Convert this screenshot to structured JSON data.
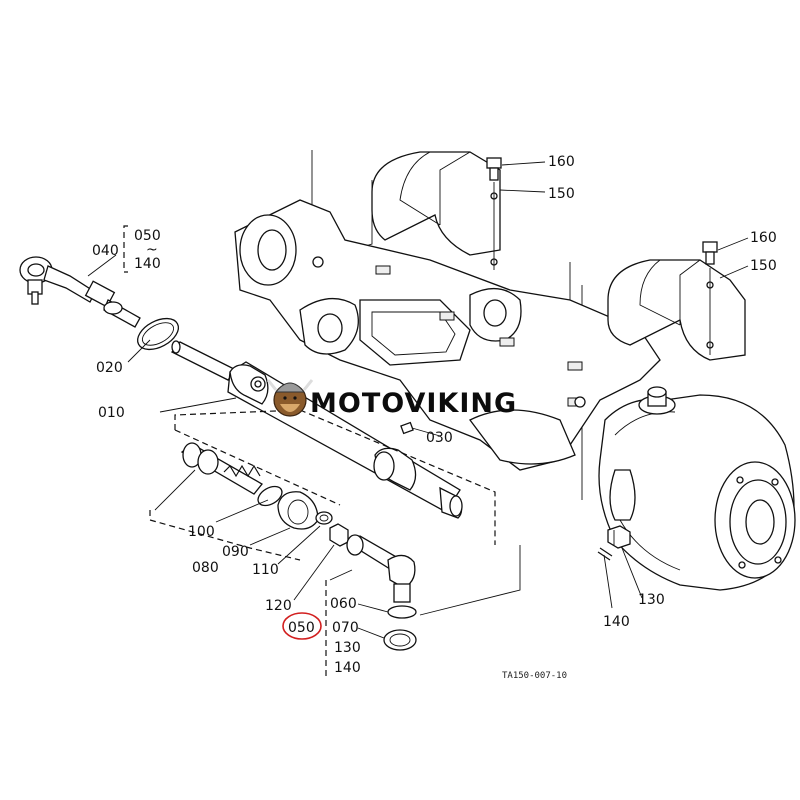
{
  "diagram": {
    "callouts": {
      "c010": "010",
      "c020": "020",
      "c030": "030",
      "c040": "040",
      "c050": "050",
      "c060": "060",
      "c070": "070",
      "c080": "080",
      "c090": "090",
      "c100": "100",
      "c110": "110",
      "c120": "120",
      "c130a": "130",
      "c130b": "130",
      "c140a": "140",
      "c140b": "140",
      "c150a": "150",
      "c150b": "150",
      "c160a": "160",
      "c160b": "160",
      "range_top": "050",
      "range_tilde": "~",
      "range_bottom": "140",
      "highlighted": "050"
    },
    "drawing_code": "TA150-007-10",
    "highlight_color": "#d21f1f"
  },
  "watermark": {
    "text": "MOTOVIKING",
    "logo_icon": "viking-mascot-icon"
  }
}
